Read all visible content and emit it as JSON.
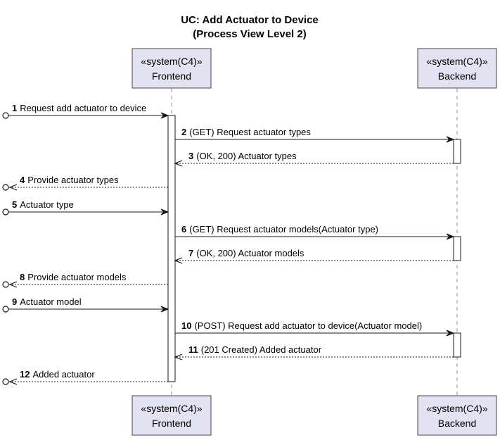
{
  "title": {
    "line1": "UC: Add Actuator to Device",
    "line2": "(Process View Level 2)"
  },
  "participants": {
    "frontend": {
      "stereotype": "«system(C4)»",
      "name": "Frontend"
    },
    "backend": {
      "stereotype": "«system(C4)»",
      "name": "Backend"
    }
  },
  "messages": [
    {
      "num": "1",
      "text": "Request add actuator to device",
      "from": "external",
      "to": "frontend",
      "style": "solid"
    },
    {
      "num": "2",
      "text": "(GET) Request actuator types",
      "from": "frontend",
      "to": "backend",
      "style": "solid"
    },
    {
      "num": "3",
      "text": "(OK, 200) Actuator types",
      "from": "backend",
      "to": "frontend",
      "style": "dashed"
    },
    {
      "num": "4",
      "text": "Provide actuator types",
      "from": "frontend",
      "to": "external",
      "style": "dashed"
    },
    {
      "num": "5",
      "text": "Actuator type",
      "from": "external",
      "to": "frontend",
      "style": "solid"
    },
    {
      "num": "6",
      "text": "(GET) Request actuator models(Actuator type)",
      "from": "frontend",
      "to": "backend",
      "style": "solid"
    },
    {
      "num": "7",
      "text": "(OK, 200) Actuator models",
      "from": "backend",
      "to": "frontend",
      "style": "dashed"
    },
    {
      "num": "8",
      "text": "Provide actuator models",
      "from": "frontend",
      "to": "external",
      "style": "dashed"
    },
    {
      "num": "9",
      "text": "Actuator model",
      "from": "external",
      "to": "frontend",
      "style": "solid"
    },
    {
      "num": "10",
      "text": "(POST) Request add actuator to device(Actuator model)",
      "from": "frontend",
      "to": "backend",
      "style": "solid"
    },
    {
      "num": "11",
      "text": "(201 Created) Added actuator",
      "from": "backend",
      "to": "frontend",
      "style": "dashed"
    },
    {
      "num": "12",
      "text": "Added actuator",
      "from": "frontend",
      "to": "external",
      "style": "dashed"
    }
  ],
  "colors": {
    "participant_fill": "#E2E2F0",
    "line": "#181818"
  }
}
